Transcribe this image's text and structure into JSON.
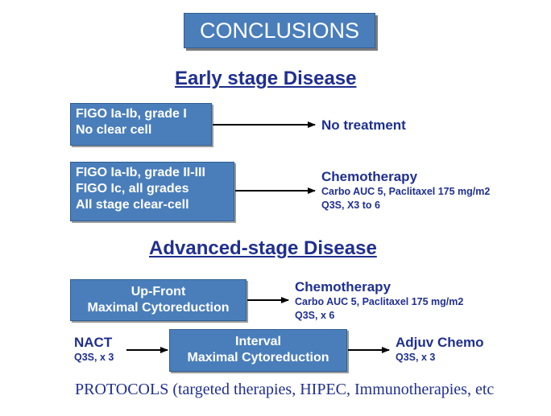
{
  "title": "CONCLUSIONS",
  "early": {
    "heading": "Early stage Disease",
    "box1": [
      "FIGO Ia-Ib, grade I",
      "No clear cell"
    ],
    "outcome1": "No treatment",
    "box2": [
      "FIGO Ia-Ib, grade II-III",
      "FIGO Ic, all grades",
      "All stage clear-cell"
    ],
    "outcome2": {
      "title": "Chemotherapy",
      "lines": [
        "Carbo AUC 5, Paclitaxel 175 mg/m2",
        "Q3S, X3 to 6"
      ]
    }
  },
  "advanced": {
    "heading": "Advanced-stage Disease",
    "upfront": [
      "Up-Front",
      "Maximal Cytoreduction"
    ],
    "upfront_outcome": {
      "title": "Chemotherapy",
      "lines": [
        "Carbo AUC 5, Paclitaxel 175 mg/m2",
        "Q3S, x 6"
      ]
    },
    "nact": {
      "title": "NACT",
      "sub": "Q3S, x 3"
    },
    "interval": [
      "Interval",
      "Maximal Cytoreduction"
    ],
    "adjuv": {
      "title": "Adjuv Chemo",
      "sub": "Q3S, x 3"
    }
  },
  "protocols": "PROTOCOLS (targeted therapies, HIPEC, Immunotherapies, etc"
}
